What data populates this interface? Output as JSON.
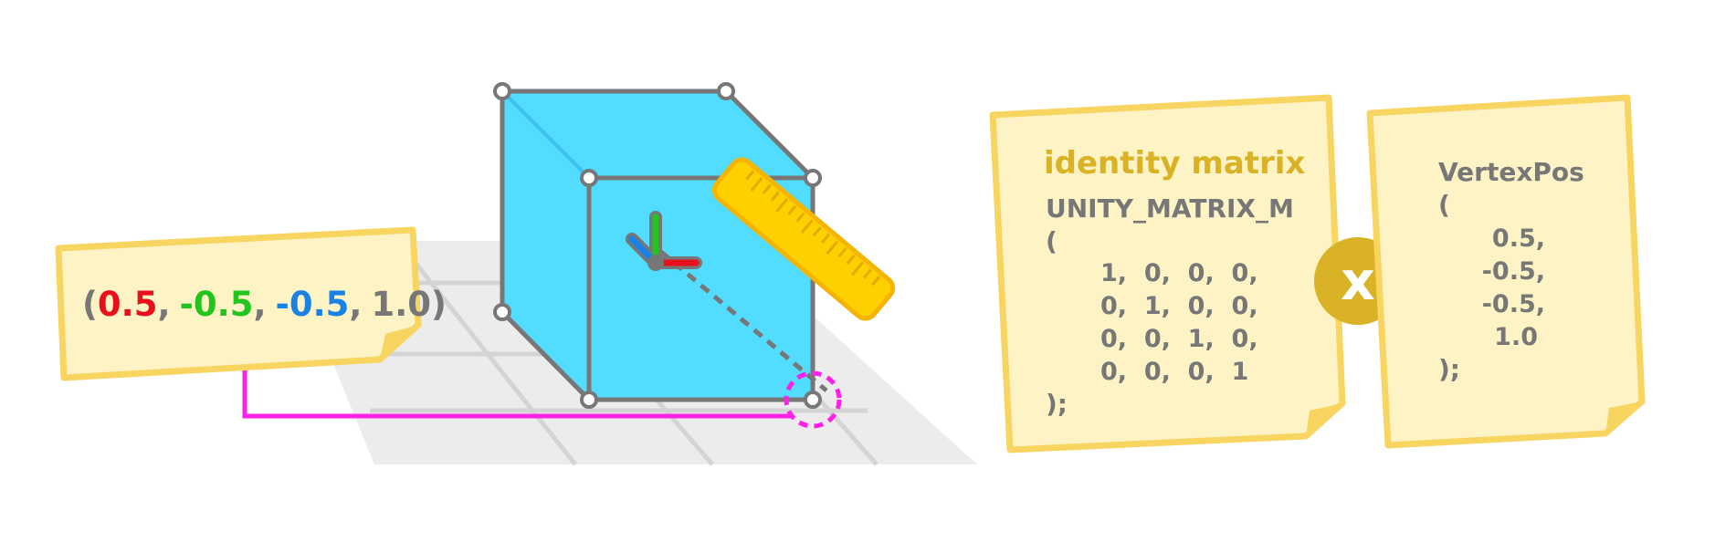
{
  "vertex_label": {
    "open": "(",
    "x": "0.5",
    "sep1": ",",
    "y": "-0.5",
    "sep2": ",",
    "z": "-0.5",
    "sep3": ",",
    "w": "1.0",
    "close": ")"
  },
  "matrix_card": {
    "title": "identity matrix",
    "name": "UNITY_MATRIX_M",
    "open": "(",
    "rows": [
      "1,  0,  0,  0,",
      "0,  1,  0,  0,",
      "0,  0,  1,  0,",
      "0,  0,  0,  1"
    ],
    "close": ");"
  },
  "multiply_symbol": "x",
  "vertex_card": {
    "name": "VertexPos",
    "open": "(",
    "values": [
      "0.5,",
      "-0.5,",
      "-0.5,",
      "1.0"
    ],
    "close": ");"
  },
  "colors": {
    "axis_x": "#e8111b",
    "axis_y": "#22c41e",
    "axis_z": "#1a82e6",
    "card_fill": "#fdf3c4",
    "card_border": "#f8d461",
    "title_gold": "#d9b225",
    "cube_face": "#52dcff",
    "ruler": "#ffd000",
    "highlight": "#ff21e8",
    "text_gray": "#777777"
  },
  "icons": [
    "gizmo-axes-icon",
    "ruler-icon",
    "multiply-icon"
  ]
}
